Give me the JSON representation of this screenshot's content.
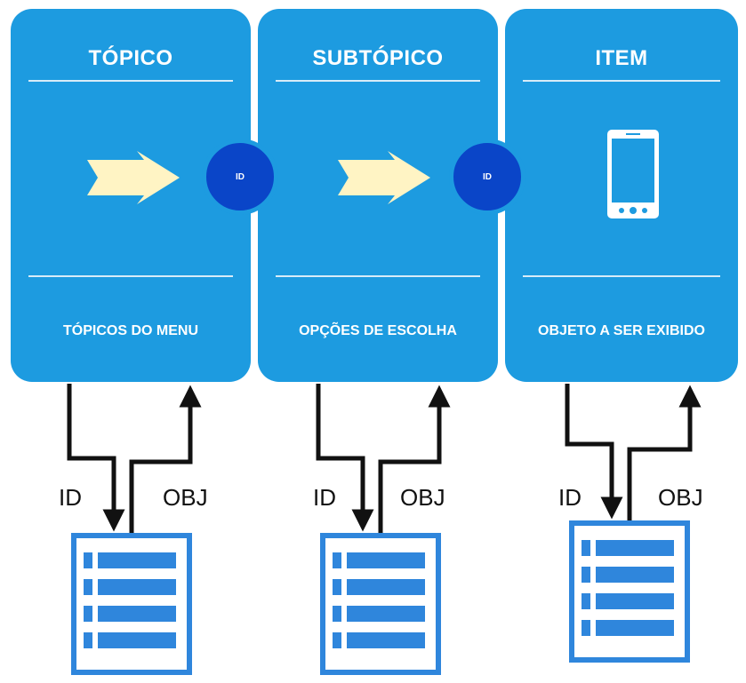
{
  "cards": [
    {
      "title": "TÓPICO",
      "description": "TÓPICOS DO MENU"
    },
    {
      "title": "SUBTÓPICO",
      "description": "OPÇÕES DE ESCOLHA"
    },
    {
      "title": "ITEM",
      "description": "OBJETO A SER EXIBIDO"
    }
  ],
  "connectors": [
    {
      "label": "ID"
    },
    {
      "label": "ID"
    }
  ],
  "links": [
    {
      "id_label": "ID",
      "obj_label": "OBJ"
    },
    {
      "id_label": "ID",
      "obj_label": "OBJ"
    },
    {
      "id_label": "ID",
      "obj_label": "OBJ"
    }
  ],
  "colors": {
    "card": "#1d9be0",
    "connector": "#0a45c8",
    "arrow": "#fff4c4",
    "table": "#2f86dc"
  }
}
